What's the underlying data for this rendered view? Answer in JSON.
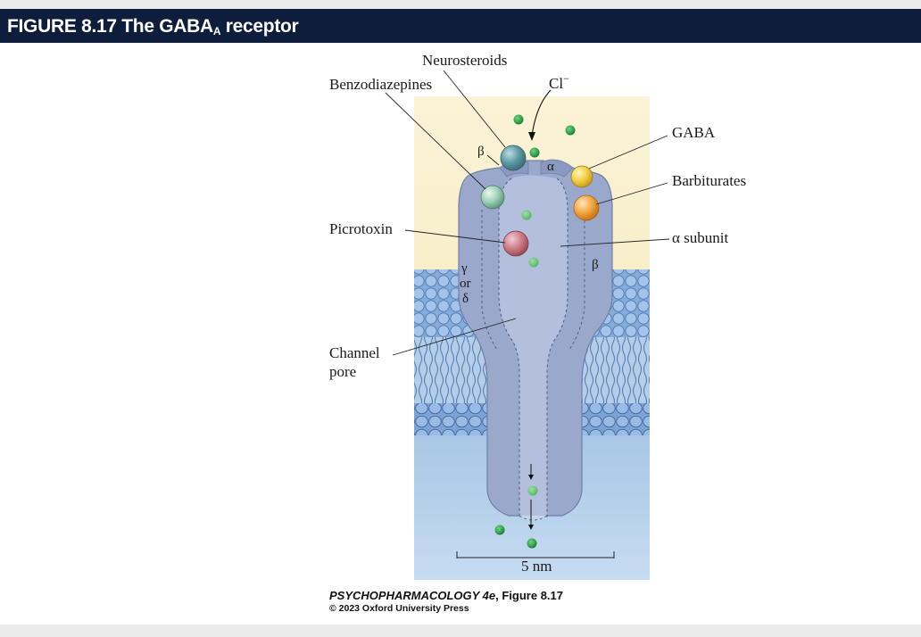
{
  "figure": {
    "title_prefix": "FIGURE 8.17  The GABA",
    "title_subscript": "A",
    "title_suffix": " receptor"
  },
  "labels": {
    "neurosteroids": "Neurosteroids",
    "benzodiazepines": "Benzodiazepines",
    "chloride": "Cl",
    "chloride_charge": "−",
    "gaba": "GABA",
    "barbiturates": "Barbiturates",
    "picrotoxin": "Picrotoxin",
    "alpha_subunit": "α subunit",
    "channel": "Channel",
    "pore": "pore",
    "scale": "5 nm"
  },
  "subunit_labels": {
    "beta_top": "β",
    "alpha_top": "α",
    "gamma": "γ",
    "or": "or",
    "delta": "δ",
    "beta_right": "β"
  },
  "credit": {
    "book": "PSYCHOPHARMACOLOGY 4e",
    "figure_ref": ", Figure 8.17",
    "copyright": "© 2023 Oxford University Press"
  },
  "colors": {
    "title_bar": "#0f1d3d",
    "receptor": "#9aa8cc",
    "channel_core": "#b3bfdc",
    "chloride_ion": "#2e9a48",
    "neurosteroid_site": "#4e8c94",
    "benzodiazepine_site": "#8cc4ad",
    "gaba_site": "#f2c63a",
    "barbiturate_site": "#f2a23c",
    "picrotoxin_site": "#c7757f"
  }
}
